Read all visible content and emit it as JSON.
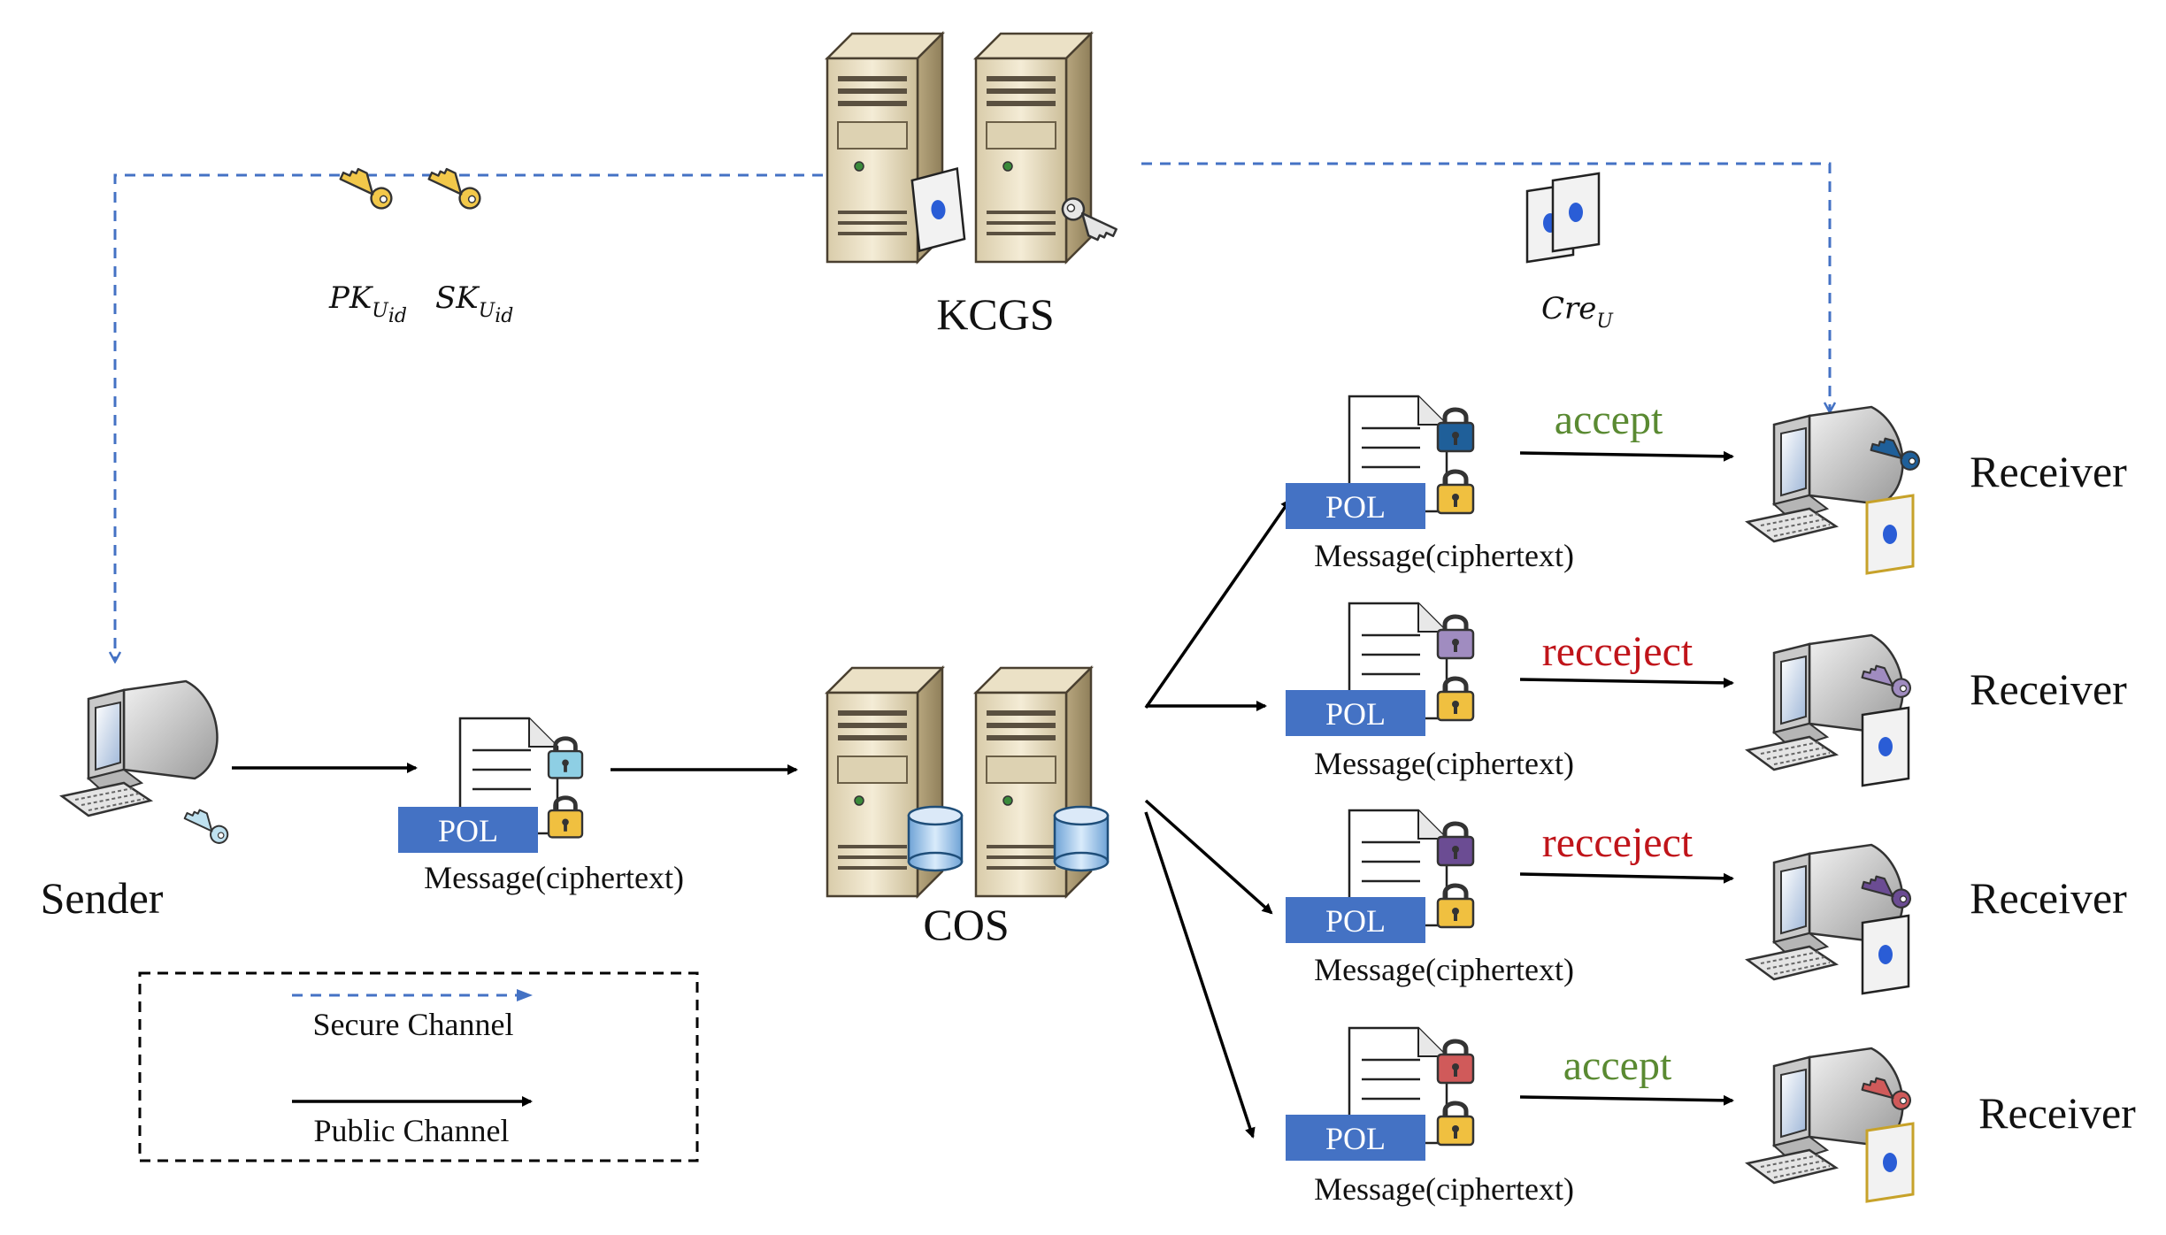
{
  "nodes": {
    "kcgs": "KCGS",
    "cos": "COS",
    "sender": "Sender"
  },
  "keys_label": {
    "pk": "PK",
    "sk": "SK",
    "sub_u": "U",
    "sub_id": "id"
  },
  "credential_label": {
    "base": "Cre",
    "sub": "U"
  },
  "sender_message": {
    "policy": "POL",
    "caption": "Message(ciphertext)"
  },
  "routes": [
    {
      "policy": "POL",
      "caption": "Message(ciphertext)",
      "status": "accept",
      "status_color": "#5a8a32",
      "key_color": "#1f5f99",
      "receiver": "Receiver"
    },
    {
      "policy": "POL",
      "caption": "Message(ciphertext)",
      "status": "recceject",
      "status_color": "#c0141a",
      "key_color": "#a08cc0",
      "receiver": "Receiver"
    },
    {
      "policy": "POL",
      "caption": "Message(ciphertext)",
      "status": "recceject",
      "status_color": "#c0141a",
      "key_color": "#6b4c93",
      "receiver": "Receiver"
    },
    {
      "policy": "POL",
      "caption": "Message(ciphertext)",
      "status": "accept",
      "status_color": "#5a8a32",
      "key_color": "#d05a5a",
      "receiver": "Receiver"
    }
  ],
  "legend": {
    "secure": "Secure Channel",
    "public": "Public Channel"
  },
  "colors": {
    "secure_channel": "#4472c4",
    "public_channel": "#000000",
    "policy_box": "#4472c4",
    "gold_lock": "#f0c040"
  }
}
